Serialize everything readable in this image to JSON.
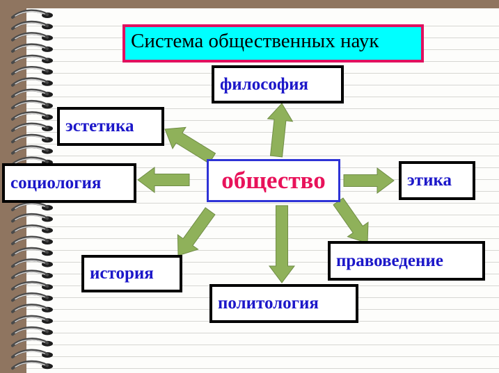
{
  "title": "Система общественных наук",
  "center": "общество",
  "nodes": {
    "philosophy": "философия",
    "aesthetics": "эстетика",
    "sociology": "социология",
    "ethics": "этика",
    "history": "история",
    "politology": "политология",
    "law": "правоведение"
  },
  "colors": {
    "background": "#8f7560",
    "paper": "#fdfdfb",
    "title_fill": "#00ffff",
    "title_border": "#e0115f",
    "node_text": "#1c17c9",
    "center_text": "#e8125a",
    "center_border": "#2e33d6",
    "arrow_fill": "#8fb15a"
  }
}
